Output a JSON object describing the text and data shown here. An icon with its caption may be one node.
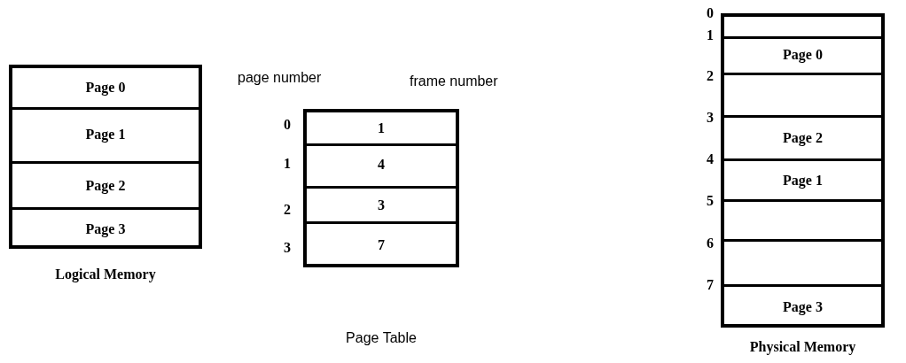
{
  "diagram": {
    "nodes": [
      {
        "text": [
          "Logical Memory"
        ]
      },
      {
        "text": [
          "Page 0"
        ],
        "in": 0
      },
      {
        "text": [
          "Page 1"
        ],
        "in": 0
      },
      {
        "text": [
          "Page 2"
        ],
        "in": 0
      },
      {
        "text": [
          "Page 3"
        ],
        "in": 0
      },
      {
        "text": [
          "Page Table"
        ]
      },
      {
        "text": [
          "1"
        ],
        "in": 5
      },
      {
        "text": [
          "4"
        ],
        "in": 5
      },
      {
        "text": [
          "3"
        ],
        "in": 5
      },
      {
        "text": [
          "7"
        ],
        "in": 5
      },
      {
        "text": [
          "Physical Memory"
        ]
      },
      {
        "text": [],
        "shape": "box",
        "in": 10
      },
      {
        "text": [
          "Page 0"
        ],
        "in": 10
      },
      {
        "text": [],
        "shape": "box",
        "in": 10
      },
      {
        "text": [
          "Page 2"
        ],
        "in": 10
      },
      {
        "text": [
          "Page 1"
        ],
        "in": 10
      },
      {
        "text": [],
        "shape": "box",
        "in": 10
      },
      {
        "text": [],
        "shape": "box",
        "in": 10
      },
      {
        "text": [
          "Page 3"
        ],
        "in": 10
      }
    ],
    "labels": [
      "page number",
      "frame number",
      "0",
      "1",
      "2",
      "3",
      "0",
      "1",
      "2",
      "3",
      "4",
      "5",
      "6",
      "7"
    ]
  }
}
